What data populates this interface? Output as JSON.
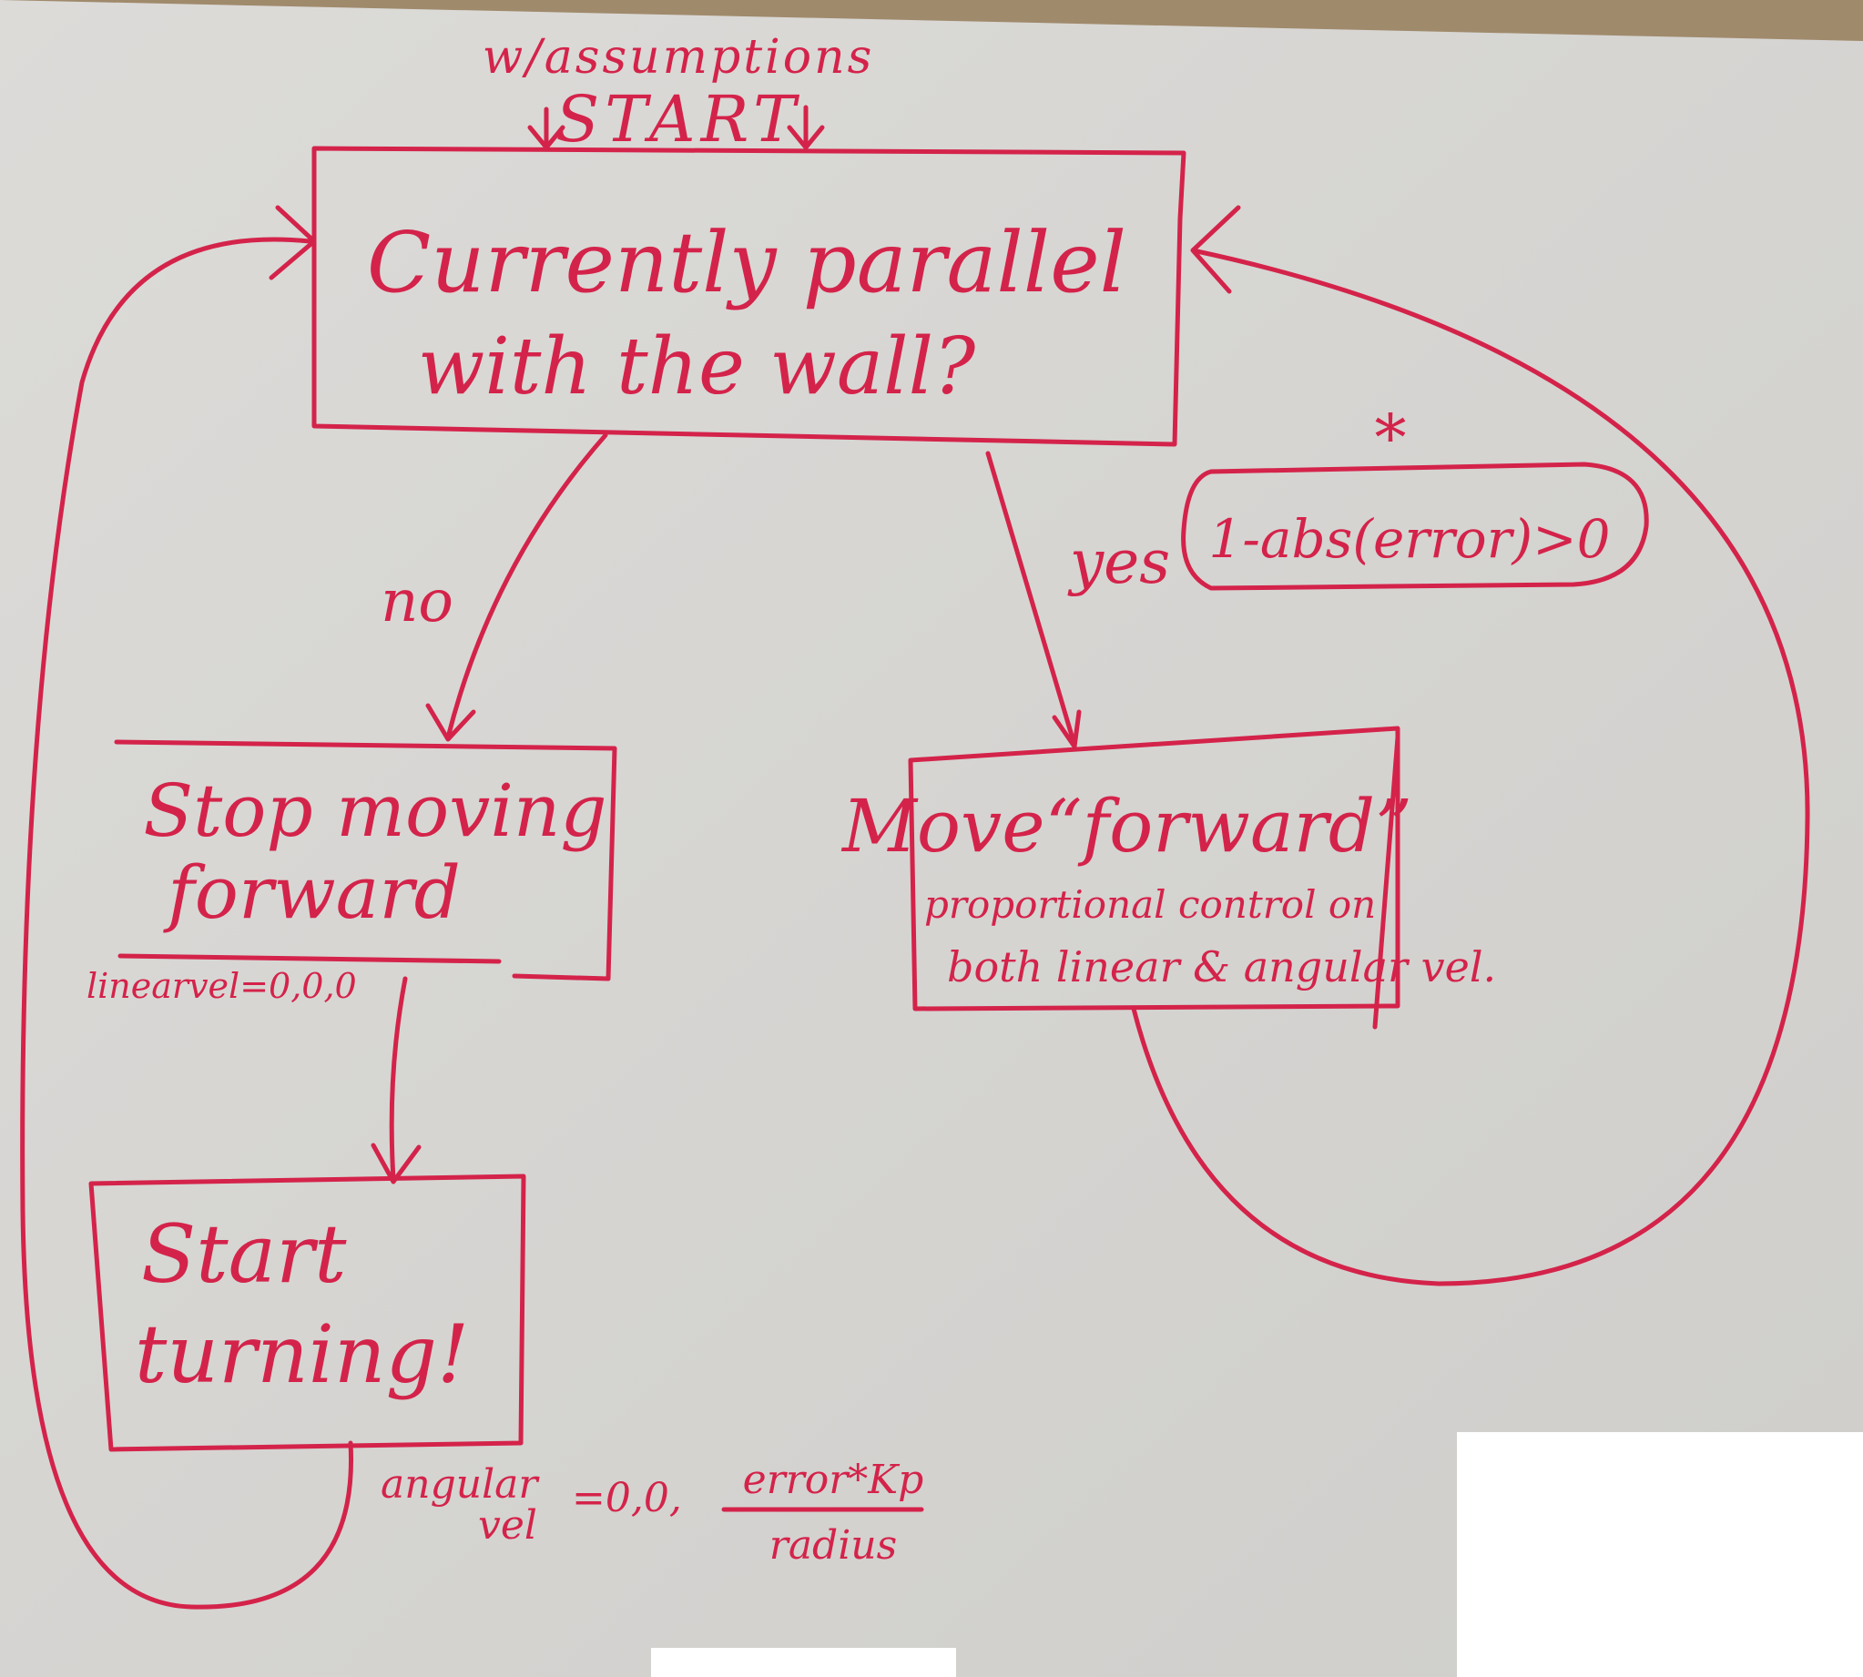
{
  "diagram": {
    "start_note": "w/assumptions",
    "start_label": "START",
    "decision": {
      "line1": "Currently parallel",
      "line2": "with the wall?"
    },
    "no_label": "no",
    "yes_label": "yes",
    "yes_condition": "1-abs(error)>0",
    "asterisk": "*",
    "stop_box": {
      "line1": "Stop moving",
      "line2": "forward",
      "note": "linearvel=0,0,0"
    },
    "turn_box": {
      "line1": "Start",
      "line2": "turning!",
      "note_left_1": "angular",
      "note_left_2": "vel",
      "note_mid": "=0,0,",
      "note_num": "error*Kp",
      "note_den": "radius"
    },
    "move_box": {
      "title": "Move“forward”",
      "line1": "proportional control on",
      "line2": "both linear & angular vel."
    }
  },
  "colors": {
    "ink": "#d4234a",
    "paper": "#d9d8d5",
    "table": "#a08a6c",
    "blank": "#ffffff"
  }
}
